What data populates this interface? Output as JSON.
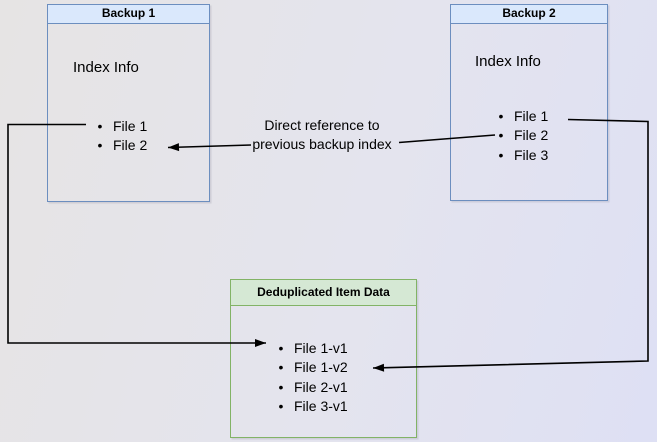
{
  "backup1": {
    "title": "Backup 1",
    "subtitle": "Index Info",
    "files": [
      "File 1",
      "File 2"
    ]
  },
  "backup2": {
    "title": "Backup 2",
    "subtitle": "Index Info",
    "files": [
      "File 1",
      "File 2",
      "File 3"
    ]
  },
  "dedup": {
    "title": "Deduplicated Item Data",
    "files": [
      "File 1-v1",
      "File 1-v2",
      "File 2-v1",
      "File 3-v1"
    ]
  },
  "edge_label": {
    "line1": "Direct reference to",
    "line2": "previous backup index"
  },
  "icons": {
    "bullet": "•"
  },
  "colors": {
    "backup_border": "#6c8ebf",
    "backup_header_fill": "#dae8fc",
    "dedup_border": "#82b366",
    "dedup_header_fill": "#d5e8d4",
    "edge": "#000000",
    "background_start": "#e6e4e4",
    "background_end": "#dee0f4"
  }
}
